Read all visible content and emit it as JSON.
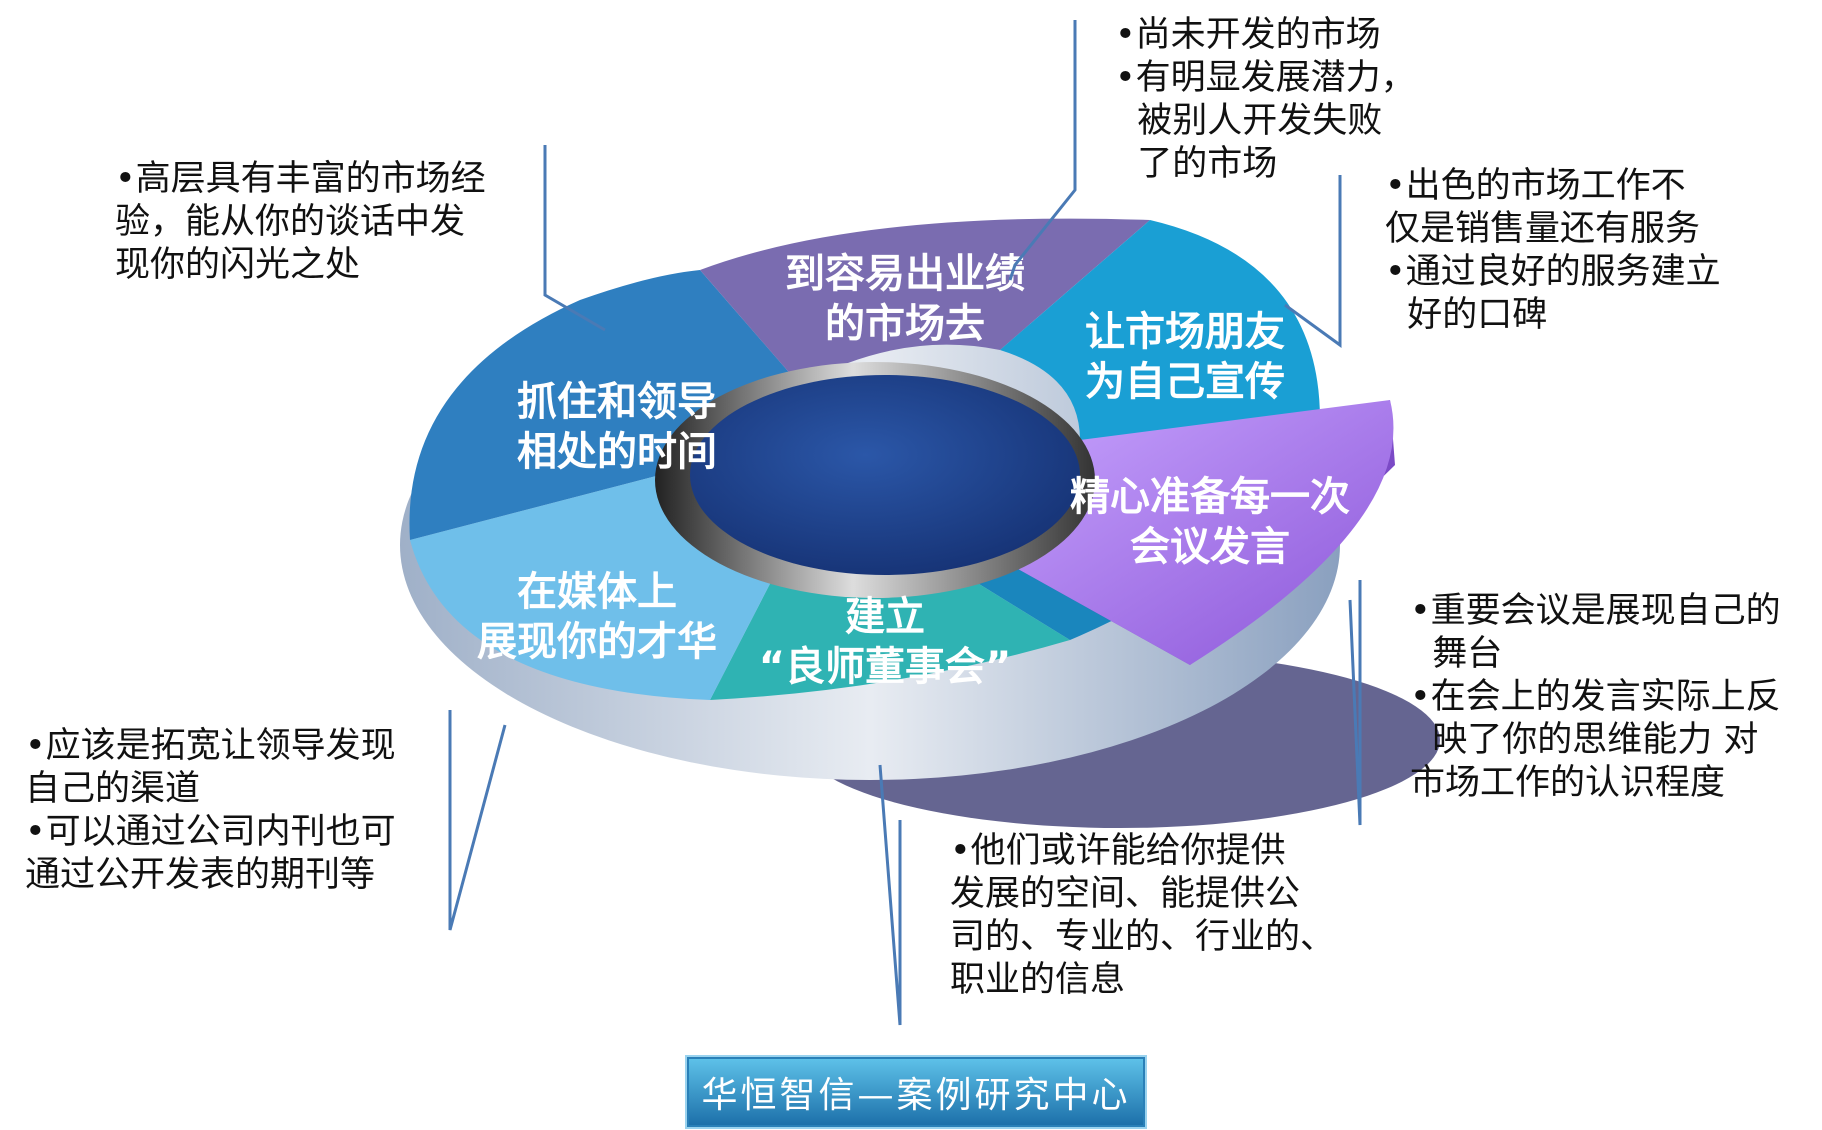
{
  "segments": {
    "top": "到容易出业绩|的市场去",
    "right_top": "让市场朋友|为自己宣传",
    "right_pop": "精心准备每一次|会议发言",
    "bottom": "建立|“良师董事会”",
    "left_bottom": "在媒体上|展现你的才华",
    "left_top": "抓住和领导|相处的时间"
  },
  "notes": {
    "top_left": [
      "•高层具有丰富的市场经",
      "验，能从你的谈话中发",
      "现你的闪光之处"
    ],
    "top_center": [
      "•尚未开发的市场",
      "•有明显发展潜力，",
      "  被别人开发失败",
      "  了的市场"
    ],
    "right_upper": [
      "•出色的市场工作不",
      "仅是销售量还有服务",
      "•通过良好的服务建立",
      "  好的口碑"
    ],
    "right_lower": [
      "•重要会议是展现自己的",
      "  舞台",
      "•在会上的发言实际上反",
      "  映了你的思维能力 对",
      "市场工作的认识程度"
    ],
    "bottom_center": [
      "•他们或许能给你提供",
      "发展的空间、能提供公",
      "司的、专业的、行业的、",
      "职业的信息"
    ],
    "left_lower": [
      "•应该是拓宽让领导发现",
      "自己的渠道",
      "•可以通过公司内刊也可",
      "通过公开发表的期刊等"
    ]
  },
  "footer": "华恒智信—案例研究中心",
  "colors": {
    "segment_top": "#7e6fb3",
    "segment_right_top": "#1a9fd4",
    "segment_pop": "#b189f0",
    "segment_bottom": "#2fb3b3",
    "segment_left_bottom": "#6fc0ea",
    "segment_left_top": "#2f7fc0",
    "hub": "#1f3f8a",
    "shadow": "#4a4a7e",
    "leader_line": "#4a7ab5"
  }
}
